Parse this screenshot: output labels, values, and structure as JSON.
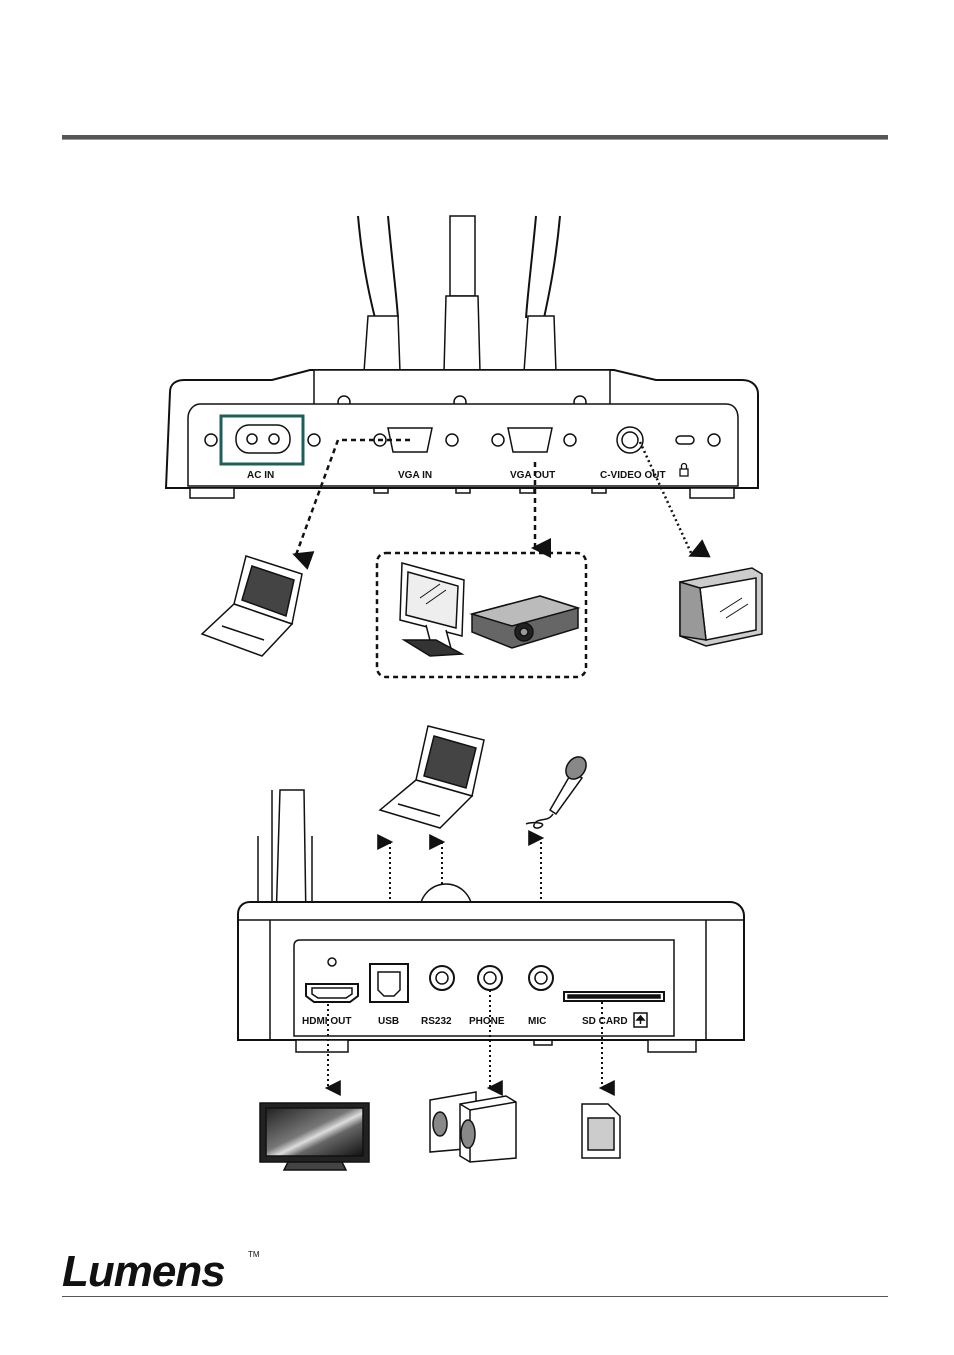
{
  "rear_panel": {
    "ports": {
      "ac_in": "AC IN",
      "vga_in": "VGA IN",
      "vga_out": "VGA OUT",
      "c_video_out": "C-VIDEO OUT"
    }
  },
  "side_panel": {
    "ports": {
      "hdmi_out": "HDMI OUT",
      "usb": "USB",
      "rs232": "RS232",
      "phone": "PHONE",
      "mic": "MIC",
      "sd_card": "SD CARD"
    }
  },
  "footer": {
    "brand": "Lumens",
    "trademark": "TM"
  },
  "colors": {
    "header_rule": "#555555",
    "ac_in_highlight": "#1f5c5c",
    "ink": "#111111"
  },
  "icons": [
    "laptop-icon",
    "monitor-icon",
    "projector-icon",
    "crt-tv-icon",
    "microphone-icon",
    "flat-tv-icon",
    "speakers-icon",
    "sd-card-icon",
    "lock-icon"
  ]
}
